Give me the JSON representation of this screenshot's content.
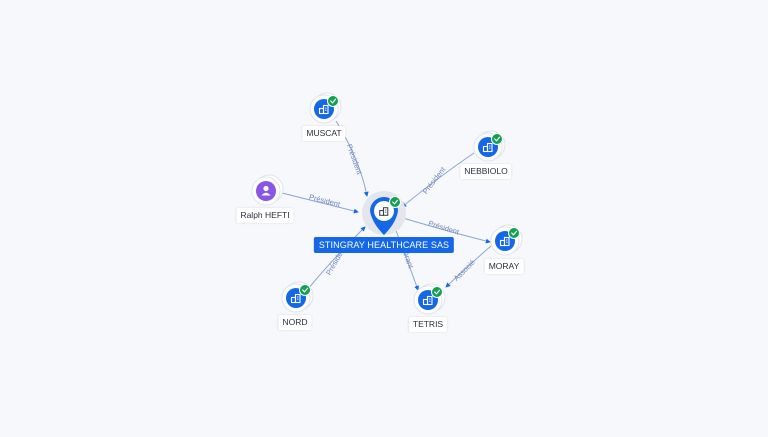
{
  "center": {
    "label": "STINGRAY HEALTHCARE SAS",
    "icon": "building-icon",
    "verified": true
  },
  "nodes": [
    {
      "key": "muscat",
      "label": "MUSCAT",
      "type": "company",
      "icon": "building-icon",
      "verified": true
    },
    {
      "key": "nebbiolo",
      "label": "NEBBIOLO",
      "type": "company",
      "icon": "building-icon",
      "verified": true
    },
    {
      "key": "ralph",
      "label": "Ralph HEFTI",
      "type": "person",
      "icon": "person-icon",
      "verified": false
    },
    {
      "key": "moray",
      "label": "MORAY",
      "type": "company",
      "icon": "building-icon",
      "verified": true
    },
    {
      "key": "nord",
      "label": "NORD",
      "type": "company",
      "icon": "building-icon",
      "verified": true
    },
    {
      "key": "tetris",
      "label": "TETRIS",
      "type": "company",
      "icon": "building-icon",
      "verified": true
    }
  ],
  "edges": [
    {
      "key": "e-muscat",
      "label": "Président"
    },
    {
      "key": "e-nebbiolo",
      "label": "Président"
    },
    {
      "key": "e-ralph",
      "label": "Président"
    },
    {
      "key": "e-moray",
      "label": "Président"
    },
    {
      "key": "e-nord",
      "label": "Président"
    },
    {
      "key": "e-tetris",
      "label": "Gérant"
    },
    {
      "key": "e-moray-tetris",
      "label": "Associé"
    }
  ],
  "colors": {
    "company": "#1467e8",
    "person": "#8a55e6",
    "verified": "#12a150",
    "edge": "#8aa6d6",
    "edge_text": "#6f86b8",
    "center_label_bg": "#1467e8"
  }
}
